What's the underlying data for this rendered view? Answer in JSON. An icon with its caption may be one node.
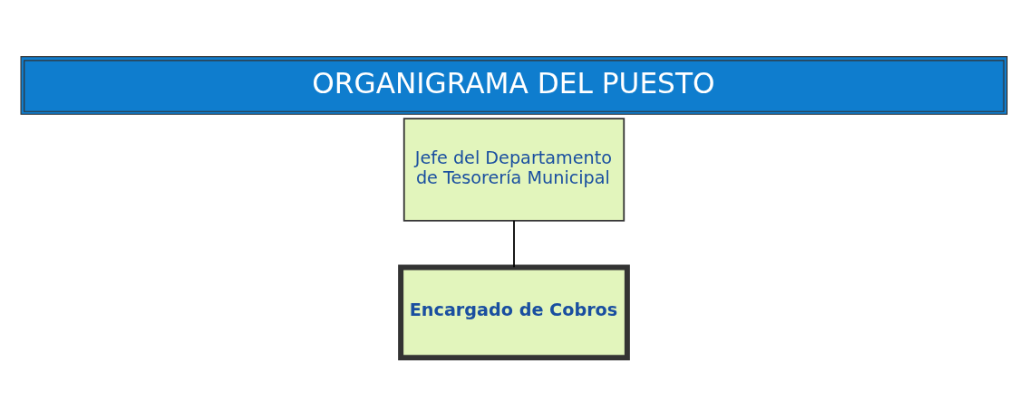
{
  "diagram": {
    "title": "ORGANIGRAMA DEL PUESTO",
    "nodes": [
      {
        "text": [
          "Jefe del Departamento de Tesorería Municipal"
        ]
      },
      {
        "text": [
          "Encargado de Cobros"
        ]
      }
    ],
    "edges": [
      {
        "from": 0,
        "to": 1,
        "arrow": "none"
      }
    ]
  }
}
